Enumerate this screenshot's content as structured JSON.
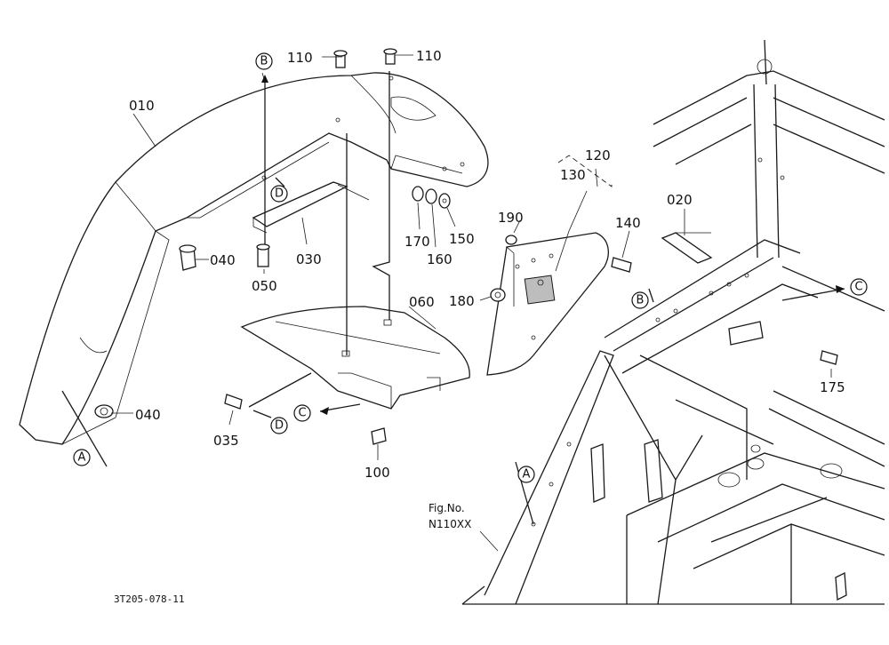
{
  "part_numbers": {
    "p010": "010",
    "p020": "020",
    "p030": "030",
    "p035": "035",
    "p040a": "040",
    "p040b": "040",
    "p050": "050",
    "p060": "060",
    "p100": "100",
    "p110a": "110",
    "p110b": "110",
    "p120": "120",
    "p130": "130",
    "p140": "140",
    "p150": "150",
    "p160": "160",
    "p170": "170",
    "p175": "175",
    "p180": "180",
    "p190": "190"
  },
  "reference_markers": {
    "a1": "A",
    "a2": "A",
    "b1": "B",
    "b2": "B",
    "c1": "C",
    "c2": "C",
    "d1": "D",
    "d2": "D"
  },
  "figure_reference": {
    "line1": "Fig.No.",
    "line2": "N110XX"
  },
  "drawing_code": "3T205-078-11"
}
